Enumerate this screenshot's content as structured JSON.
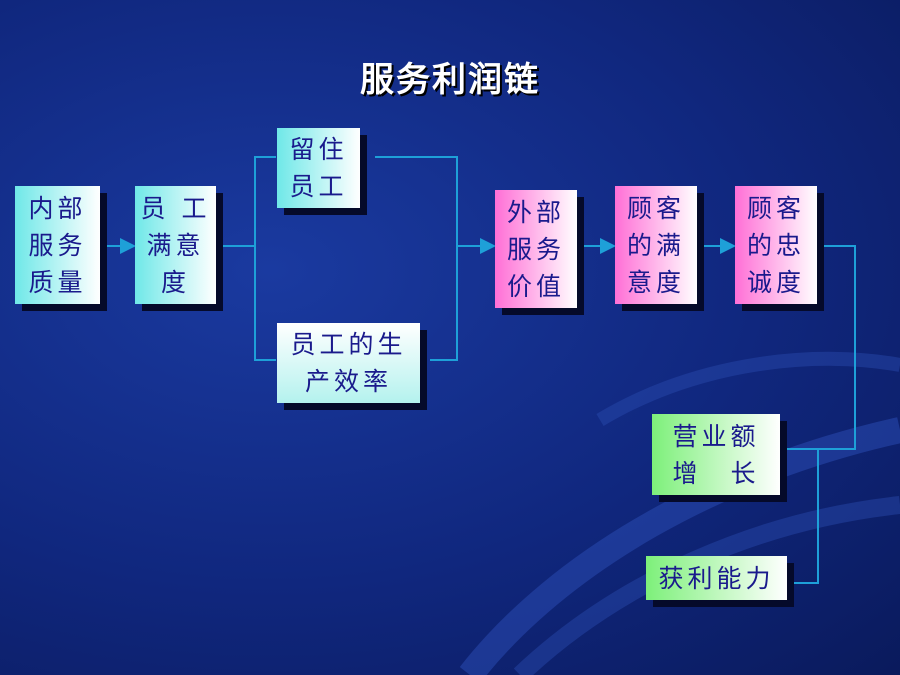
{
  "title": "服务利润链",
  "nodes": {
    "internal_service_quality": {
      "lines": [
        "内部",
        "服务",
        "质量"
      ]
    },
    "employee_satisfaction": {
      "lines": [
        "员 工",
        "满意",
        "度"
      ]
    },
    "employee_retention": {
      "lines": [
        "留住",
        "员工"
      ]
    },
    "employee_productivity": {
      "lines": [
        "员工的生",
        "产效率"
      ]
    },
    "external_service_value": {
      "lines": [
        "外部",
        "服务",
        "价值"
      ]
    },
    "customer_satisfaction": {
      "lines": [
        "顾客",
        "的满",
        "意度"
      ]
    },
    "customer_loyalty": {
      "lines": [
        "顾客",
        "的忠",
        "诚度"
      ]
    },
    "revenue_growth": {
      "lines": [
        "营业额",
        "增　长"
      ]
    },
    "profitability": {
      "lines": [
        "获利能力"
      ]
    }
  },
  "colors": {
    "background": "#10277e",
    "connector": "#1ea0d8",
    "cyan_box": "#6fe8e8",
    "pink_box": "#ff6fd6",
    "green_box": "#7df07a",
    "box_text": "#1a1a8c"
  }
}
